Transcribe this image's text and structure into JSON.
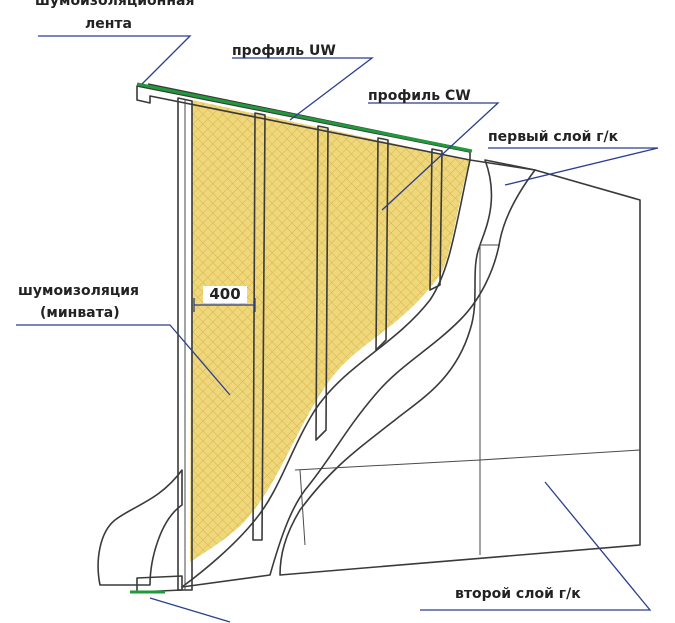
{
  "labels": {
    "tape": [
      "шумоизоляционная",
      "лента"
    ],
    "profile_uw": "профиль UW",
    "profile_cw": "профиль CW",
    "first_layer": "первый слой г/к",
    "insulation": [
      "шумоизоляция",
      "(минвата)"
    ],
    "second_layer": "второй слой г/к"
  },
  "dimension": "400",
  "colors": {
    "wool": "#efd77c",
    "wool_grid": "#d8b449",
    "tape": "#1f9a3b",
    "leader": "#2b3f8f",
    "outline": "#3a3a3a",
    "board": "#ffffff"
  }
}
